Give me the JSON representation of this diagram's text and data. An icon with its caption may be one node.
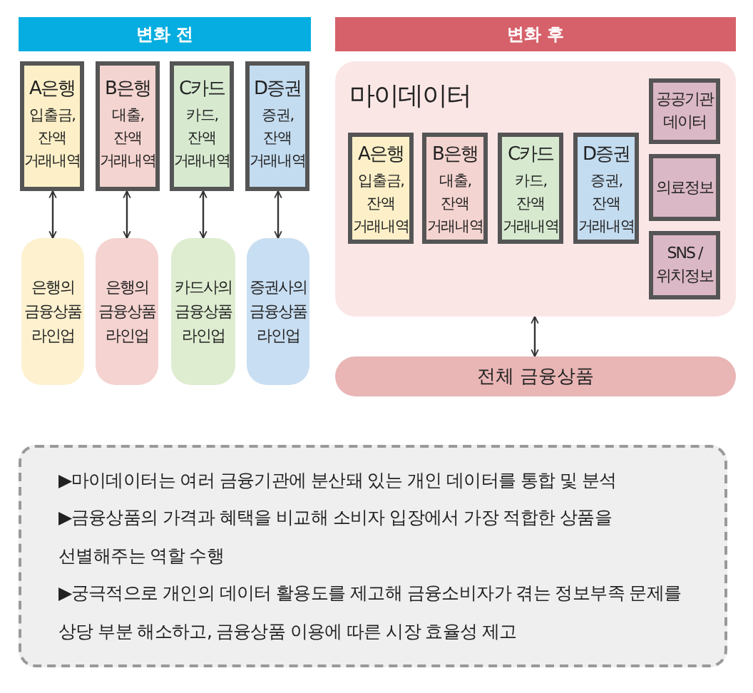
{
  "diagram": {
    "nodes": [
      {
        "text": [
          "변화 전"
        ]
      },
      {
        "text": [
          "A은행",
          "입출금, 잔액 거래내역"
        ]
      },
      {
        "text": [
          "B은행",
          "대출, 잔액 거래내역"
        ]
      },
      {
        "text": [
          "C카드",
          "카드, 잔액 거래내역"
        ]
      },
      {
        "text": [
          "D증권",
          "증권, 잔액 거래내역"
        ]
      },
      {
        "text": [
          "은행의 금융상품 라인업"
        ]
      },
      {
        "text": [
          "은행의 금융상품 라인업"
        ]
      },
      {
        "text": [
          "카드사의 금융상품 라인업"
        ]
      },
      {
        "text": [
          "증권사의 금융상품 라인업"
        ]
      },
      {
        "text": [
          "변화 후"
        ]
      },
      {
        "text": [
          "마이데이터"
        ]
      },
      {
        "text": [
          "A은행",
          "입출금, 잔액 거래내역"
        ],
        "in": 10
      },
      {
        "text": [
          "B은행",
          "대출, 잔액 거래내역"
        ],
        "in": 10
      },
      {
        "text": [
          "C카드",
          "카드, 잔액 거래내역"
        ],
        "in": 10
      },
      {
        "text": [
          "D증권",
          "증권, 잔액 거래내역"
        ],
        "in": 10
      },
      {
        "text": [
          "공공기관 데이터"
        ],
        "in": 10
      },
      {
        "text": [
          "의료정보"
        ],
        "in": 10
      },
      {
        "text": [
          "SNS / 위치정보"
        ],
        "in": 10
      },
      {
        "text": [
          "전체 금융상품"
        ]
      },
      {
        "text": [
          "▶마이데이터는 여러 금융기관에 분산돼 있는 개인 데이터를 통합 및 분석",
          "▶금융상품의 가격과 혜택을 비교해 소비자 입장에서 가장 적합한 상품을 선별해주는 역할 수행",
          "▶궁극적으로 개인의 데이터 활용도를 제고해 금융소비자가 겪는 정보부족 문제를 상당 부분 해소하고, 금융상품 이용에 따른 시장 효율성 제고"
        ]
      }
    ],
    "edges": [
      {
        "from": 1,
        "to": 5,
        "arrow": "both"
      },
      {
        "from": 2,
        "to": 6,
        "arrow": "both"
      },
      {
        "from": 3,
        "to": 7,
        "arrow": "both"
      },
      {
        "from": 4,
        "to": 8,
        "arrow": "both"
      },
      {
        "from": 10,
        "to": 18,
        "arrow": "both"
      }
    ]
  }
}
